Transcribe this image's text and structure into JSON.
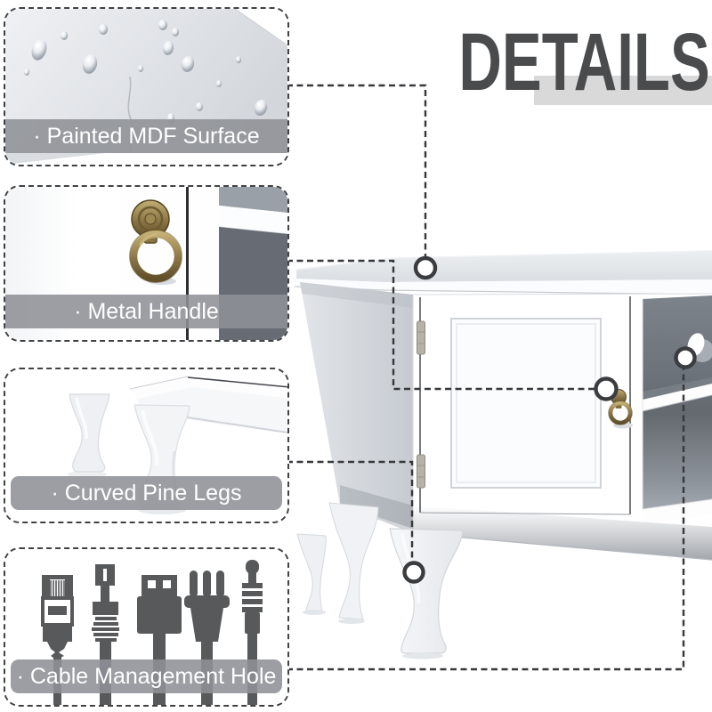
{
  "title": "DETAILS",
  "callouts": [
    {
      "id": "mdf-surface",
      "label": "· Painted MDF Surface"
    },
    {
      "id": "metal-handle",
      "label": "· Metal Handle"
    },
    {
      "id": "pine-legs",
      "label": "· Curved Pine Legs"
    },
    {
      "id": "cable-hole",
      "label": "· Cable Management Hole"
    }
  ],
  "cable_icons": [
    "ethernet-plug",
    "modular-plug",
    "usb-plug",
    "power-plug",
    "audio-jack"
  ],
  "product": {
    "type": "white TV stand cabinet",
    "features_marked": [
      "top surface",
      "door handle",
      "cable hole in open shelf",
      "front curved leg"
    ]
  },
  "colors": {
    "heading_text": "#4a4b4d",
    "heading_bar": "#d9d9d9",
    "dashed_line": "#37383b",
    "label_band": "rgba(142,145,150,0.88)",
    "label_text": "#ffffff",
    "icon_gray": "#58595b",
    "brass": "#8a7546",
    "shelf_interior": "#6a7078"
  }
}
